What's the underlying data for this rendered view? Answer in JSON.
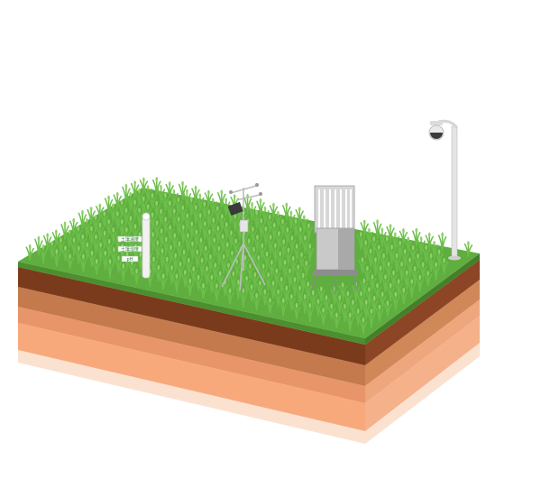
{
  "illustration": {
    "colors": {
      "grass_top": "#5fae3f",
      "grass_side": "#4b8f2e",
      "soil_dark": "#7a3b1c",
      "soil_mid": "#b56a3e",
      "soil_light": "#e8956a",
      "soil_lightest": "#f8d3b6",
      "plant": "#6cbf4a"
    },
    "elements": [
      "soil-profile-block",
      "crop-rows",
      "soil-moisture-sensor",
      "weather-station-mast",
      "instrument-cabinet",
      "surveillance-camera-pole"
    ],
    "sensor_labels": [
      "土壤温度",
      "土壤湿度",
      "pH"
    ]
  }
}
